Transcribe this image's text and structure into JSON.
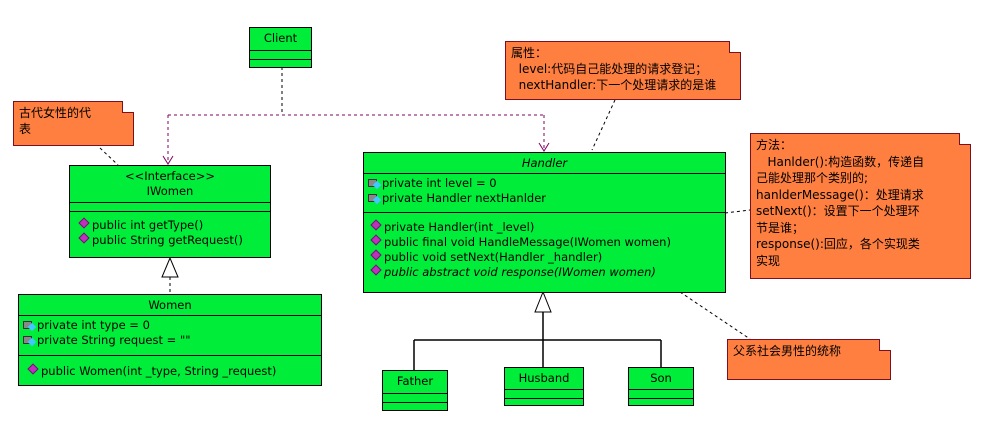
{
  "classes": {
    "client": {
      "name": "Client"
    },
    "iwomen": {
      "stereotype": "<<Interface>>",
      "name": "IWomen",
      "methods": [
        "public int getType()",
        "public String getRequest()"
      ]
    },
    "women": {
      "name": "Women",
      "attributes": [
        "private int type = 0",
        "private String request = \"\""
      ],
      "methods": [
        "public Women(int _type, String _request)"
      ]
    },
    "handler": {
      "name": "Handler",
      "attributes": [
        "private int level = 0",
        "private Handler nextHanlder"
      ],
      "methods": [
        "private Handler(int _level)",
        "public final void HandleMessage(IWomen women)",
        "public void setNext(Handler _handler)",
        "public abstract void response(IWomen women)"
      ]
    },
    "father": {
      "name": "Father"
    },
    "husband": {
      "name": "Husband"
    },
    "son": {
      "name": "Son"
    }
  },
  "notes": {
    "women_note": [
      "古代女性的代",
      "表"
    ],
    "attrs_note": [
      "属性：",
      "  level:代码自己能处理的请求登记；",
      "  nextHandler:下一个处理请求的是谁"
    ],
    "methods_note": [
      "方法：",
      "   Hanlder():构造函数，传递自",
      "己能处理那个类别的;",
      "hanlderMessage()：处理请求",
      "setNext()：设置下一个处理环",
      "节是谁；",
      "response():回应，各个实现类",
      "实现"
    ],
    "male_note": [
      "父系社会男性的统称"
    ]
  },
  "colors": {
    "class_fill": "#00ee3a",
    "note_fill": "#ff7f40"
  }
}
